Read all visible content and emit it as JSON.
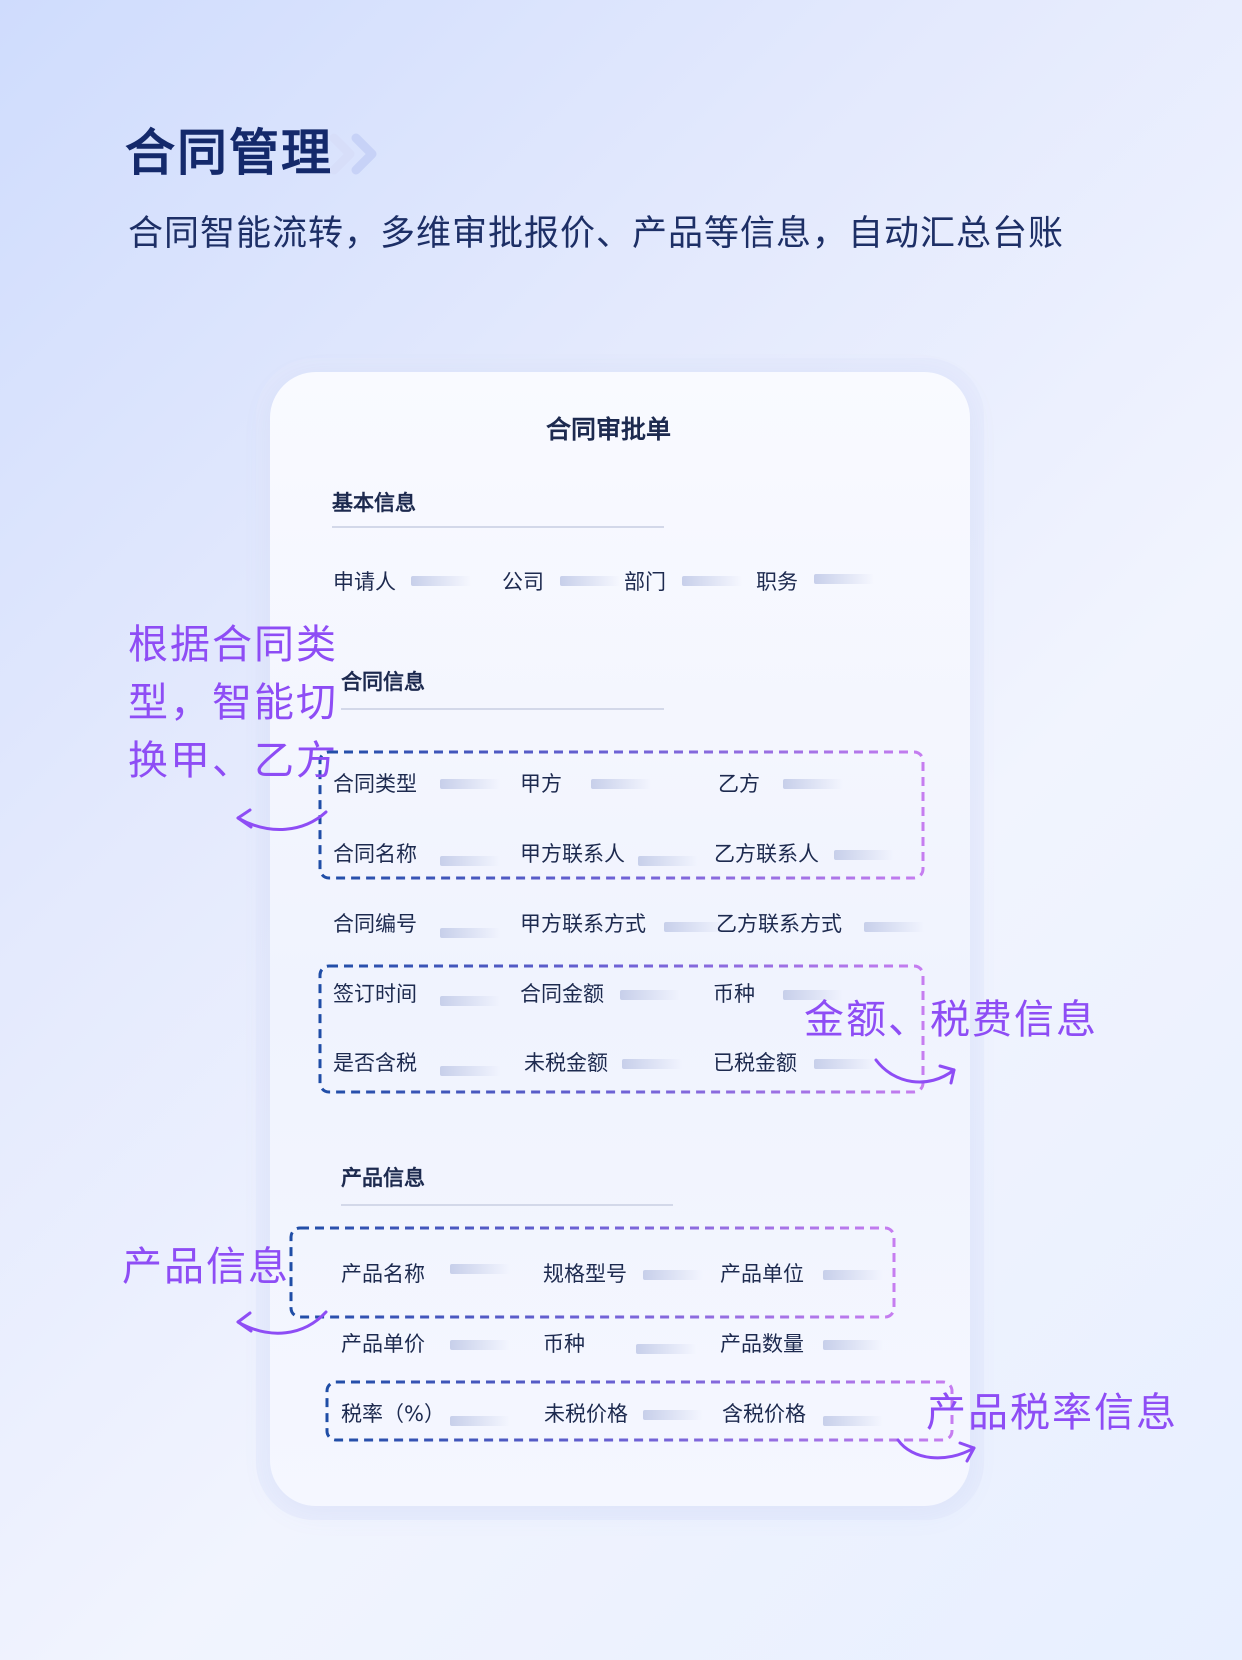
{
  "header": {
    "title": "合同管理",
    "subtitle": "合同智能流转，多维审批报价、产品等信息，自动汇总台账"
  },
  "form": {
    "title": "合同审批单",
    "basic": {
      "title": "基本信息",
      "fields": [
        "申请人",
        "公司",
        "部门",
        "职务"
      ]
    },
    "contract": {
      "title": "合同信息",
      "rows": [
        [
          "合同类型",
          "甲方",
          "乙方"
        ],
        [
          "合同名称",
          "甲方联系人",
          "乙方联系人"
        ],
        [
          "合同编号",
          "甲方联系方式",
          "乙方联系方式"
        ],
        [
          "签订时间",
          "合同金额",
          "币种"
        ],
        [
          "是否含税",
          "未税金额",
          "已税金额"
        ]
      ]
    },
    "product": {
      "title": "产品信息",
      "rows": [
        [
          "产品名称",
          "规格型号",
          "产品单位"
        ],
        [
          "产品单价",
          "币种",
          "产品数量"
        ],
        [
          "税率（%）",
          "未税价格",
          "含税价格"
        ]
      ]
    }
  },
  "annotations": {
    "party_switch": "根据合同类型，智能切换甲、乙方",
    "amount_tax": "金额、税费信息",
    "product_info": "产品信息",
    "product_tax": "产品税率信息"
  },
  "colors": {
    "title": "#14296b",
    "annotation": "#8e4df5",
    "dash_start": "#1f4da6",
    "dash_end": "#c67df0"
  }
}
